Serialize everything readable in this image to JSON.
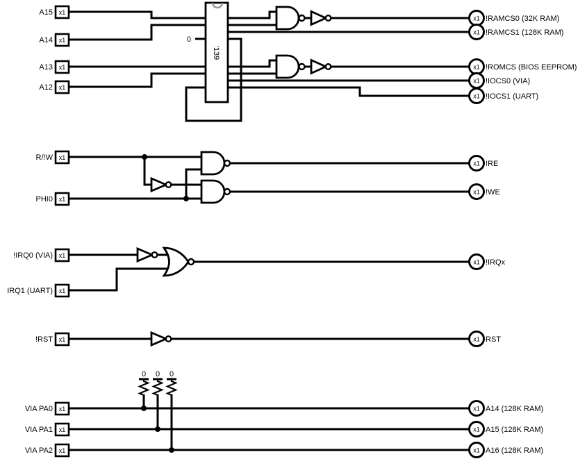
{
  "colors": {
    "background": "#ffffff",
    "ink": "#000000",
    "notch_gray": "#9a9a9a"
  },
  "decoder": {
    "label": "'139",
    "enable_constant": "0"
  },
  "pull_resistors": {
    "constants": [
      "0",
      "0",
      "0"
    ]
  },
  "inputs": [
    {
      "label": "A15",
      "value": "x1"
    },
    {
      "label": "A14",
      "value": "x1"
    },
    {
      "label": "A13",
      "value": "x1"
    },
    {
      "label": "A12",
      "value": "x1"
    },
    {
      "label": "R/!W",
      "value": "x1"
    },
    {
      "label": "PHI0",
      "value": "x1"
    },
    {
      "label": "!IRQ0 (VIA)",
      "value": "x1"
    },
    {
      "label": "IRQ1 (UART)",
      "value": "x1"
    },
    {
      "label": "!RST",
      "value": "x1"
    },
    {
      "label": "VIA PA0",
      "value": "x1"
    },
    {
      "label": "VIA PA1",
      "value": "x1"
    },
    {
      "label": "VIA PA2",
      "value": "x1"
    }
  ],
  "outputs": [
    {
      "label": "!RAMCS0 (32K RAM)",
      "value": "x1"
    },
    {
      "label": "!RAMCS1 (128K RAM)",
      "value": "x1"
    },
    {
      "label": "!ROMCS (BIOS EEPROM)",
      "value": "x1"
    },
    {
      "label": "!IOCS0 (VIA)",
      "value": "x1"
    },
    {
      "label": "!IOCS1 (UART)",
      "value": "x1"
    },
    {
      "label": "!RE",
      "value": "x1"
    },
    {
      "label": "!WE",
      "value": "x1"
    },
    {
      "label": "!IRQx",
      "value": "x1"
    },
    {
      "label": "RST",
      "value": "x1"
    },
    {
      "label": "A14 (128K RAM)",
      "value": "x1"
    },
    {
      "label": "A15 (128K RAM)",
      "value": "x1"
    },
    {
      "label": "A16 (128K RAM)",
      "value": "x1"
    }
  ]
}
